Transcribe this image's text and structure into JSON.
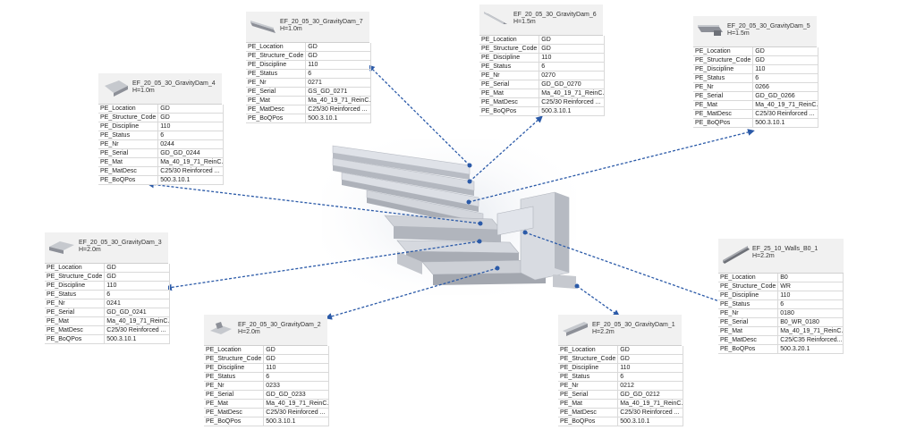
{
  "colors": {
    "arrow": "#2b5aa8",
    "card_header": "#f1f1f1",
    "model_light": "#d7dbe2",
    "model_dark": "#a9adb5"
  },
  "cards": [
    {
      "id": "gd7",
      "name": "EF_20_05_30_GravityDam_7",
      "height": "H=1.0m",
      "props": [
        [
          "PE_Location",
          "GD"
        ],
        [
          "PE_Structure_Code",
          "GD"
        ],
        [
          "PE_Discipline",
          "110"
        ],
        [
          "PE_Status",
          "6"
        ],
        [
          "PE_Nr",
          "0271"
        ],
        [
          "PE_Serial",
          "GS_GD_0271"
        ],
        [
          "PE_Mat",
          "Ma_40_19_71_ReinC..."
        ],
        [
          "PE_MatDesc",
          "C25/30 Reinforced ..."
        ],
        [
          "PE_BoQPos",
          "500.3.10.1"
        ]
      ]
    },
    {
      "id": "gd6",
      "name": "EF_20_05_30_GravityDam_6",
      "height": "H=1.5m",
      "props": [
        [
          "PE_Location",
          "GD"
        ],
        [
          "PE_Structure_Code",
          "GD"
        ],
        [
          "PE_Discipline",
          "110"
        ],
        [
          "PE_Status",
          "6"
        ],
        [
          "PE_Nr",
          "0270"
        ],
        [
          "PE_Serial",
          "GD_GD_0270"
        ],
        [
          "PE_Mat",
          "Ma_40_19_71_ReinC..."
        ],
        [
          "PE_MatDesc",
          "C25/30 Reinforced ..."
        ],
        [
          "PE_BoQPos",
          "500.3.10.1"
        ]
      ]
    },
    {
      "id": "gd5",
      "name": "EF_20_05_30_GravityDam_5",
      "height": "H=1.5m",
      "props": [
        [
          "PE_Location",
          "GD"
        ],
        [
          "PE_Structure_Code",
          "GD"
        ],
        [
          "PE_Discipline",
          "110"
        ],
        [
          "PE_Status",
          "6"
        ],
        [
          "PE_Nr",
          "0266"
        ],
        [
          "PE_Serial",
          "GD_GD_0266"
        ],
        [
          "PE_Mat",
          "Ma_40_19_71_ReinC..."
        ],
        [
          "PE_MatDesc",
          "C25/30 Reinforced ..."
        ],
        [
          "PE_BoQPos",
          "500.3.10.1"
        ]
      ]
    },
    {
      "id": "gd4",
      "name": "EF_20_05_30_GravityDam_4",
      "height": "H=1.0m",
      "props": [
        [
          "PE_Location",
          "GD"
        ],
        [
          "PE_Structure_Code",
          "GD"
        ],
        [
          "PE_Discipline",
          "110"
        ],
        [
          "PE_Status",
          "6"
        ],
        [
          "PE_Nr",
          "0244"
        ],
        [
          "PE_Serial",
          "GD_GD_0244"
        ],
        [
          "PE_Mat",
          "Ma_40_19_71_ReinC..."
        ],
        [
          "PE_MatDesc",
          "C25/30 Reinforced ..."
        ],
        [
          "PE_BoQPos",
          "500.3.10.1"
        ]
      ]
    },
    {
      "id": "gd3",
      "name": "EF_20_05_30_GravityDam_3",
      "height": "H=2.0m",
      "props": [
        [
          "PE_Location",
          "GD"
        ],
        [
          "PE_Structure_Code",
          "GD"
        ],
        [
          "PE_Discipline",
          "110"
        ],
        [
          "PE_Status",
          "6"
        ],
        [
          "PE_Nr",
          "0241"
        ],
        [
          "PE_Serial",
          "GD_GD_0241"
        ],
        [
          "PE_Mat",
          "Ma_40_19_71_ReinC..."
        ],
        [
          "PE_MatDesc",
          "C25/30 Reinforced ..."
        ],
        [
          "PE_BoQPos",
          "500.3.10.1"
        ]
      ]
    },
    {
      "id": "gd2",
      "name": "EF_20_05_30_GravityDam_2",
      "height": "H=2.0m",
      "props": [
        [
          "PE_Location",
          "GD"
        ],
        [
          "PE_Structure_Code",
          "GD"
        ],
        [
          "PE_Discipline",
          "110"
        ],
        [
          "PE_Status",
          "6"
        ],
        [
          "PE_Nr",
          "0233"
        ],
        [
          "PE_Serial",
          "GD_GD_0233"
        ],
        [
          "PE_Mat",
          "Ma_40_19_71_ReinC..."
        ],
        [
          "PE_MatDesc",
          "C25/30 Reinforced ..."
        ],
        [
          "PE_BoQPos",
          "500.3.10.1"
        ]
      ]
    },
    {
      "id": "gd1",
      "name": "EF_20_05_30_GravityDam_1",
      "height": "H=2.2m",
      "props": [
        [
          "PE_Location",
          "GD"
        ],
        [
          "PE_Structure_Code",
          "GD"
        ],
        [
          "PE_Discipline",
          "110"
        ],
        [
          "PE_Status",
          "6"
        ],
        [
          "PE_Nr",
          "0212"
        ],
        [
          "PE_Serial",
          "GD_GD_0212"
        ],
        [
          "PE_Mat",
          "Ma_40_19_71_ReinC..."
        ],
        [
          "PE_MatDesc",
          "C25/30 Reinforced ..."
        ],
        [
          "PE_BoQPos",
          "500.3.10.1"
        ]
      ]
    },
    {
      "id": "wall1",
      "name": "EF_25_10_Walls_B0_1",
      "height": "H=2.2m",
      "props": [
        [
          "PE_Location",
          "B0"
        ],
        [
          "PE_Structure_Code",
          "WR"
        ],
        [
          "PE_Discipline",
          "110"
        ],
        [
          "PE_Status",
          "6"
        ],
        [
          "PE_Nr",
          "0180"
        ],
        [
          "PE_Serial",
          "B0_WR_0180"
        ],
        [
          "PE_Mat",
          "Ma_40_19_71_ReinC..."
        ],
        [
          "PE_MatDesc",
          "C25/C35 Reinforced..."
        ],
        [
          "PE_BoQPos",
          "500.3.20.1"
        ]
      ]
    }
  ]
}
